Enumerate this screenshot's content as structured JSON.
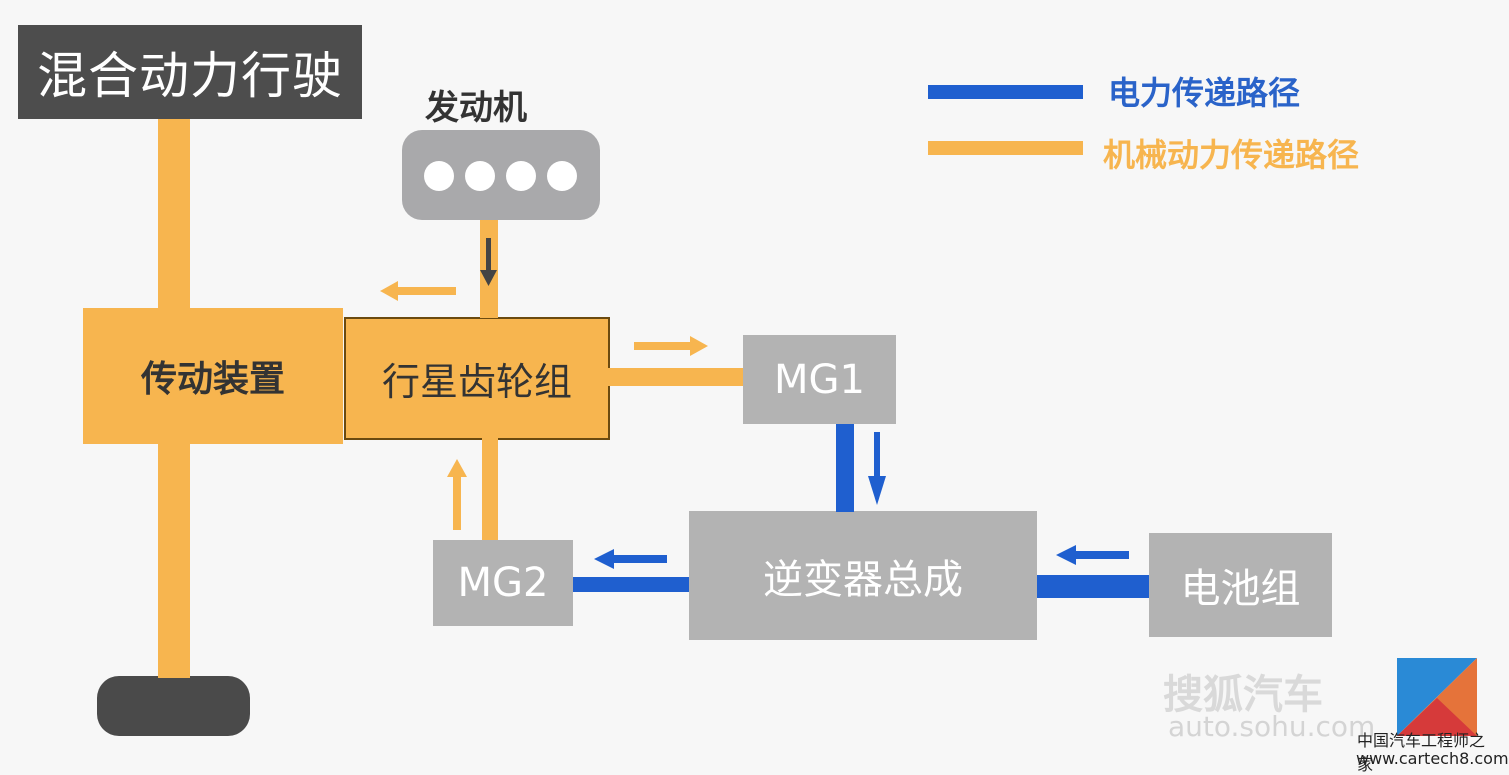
{
  "title": "混合动力行驶",
  "engine": {
    "label": "发动机",
    "icon": "engine-icon"
  },
  "nodes": {
    "transmission": "传动装置",
    "planetary": "行星齿轮组",
    "mg1": "MG1",
    "mg2": "MG2",
    "inverter": "逆变器总成",
    "battery": "电池组"
  },
  "legend": {
    "electric": {
      "label": "电力传递路径",
      "color": "#1f5fcf"
    },
    "mechanical": {
      "label": "机械动力传递路径",
      "color": "#f7b54f"
    }
  },
  "watermarks": {
    "sohu": "搜狐汽车",
    "sohu_url": "auto.sohu.com",
    "cartech": "中国汽车工程师之家",
    "cartech_url": "www.cartech8.com"
  }
}
